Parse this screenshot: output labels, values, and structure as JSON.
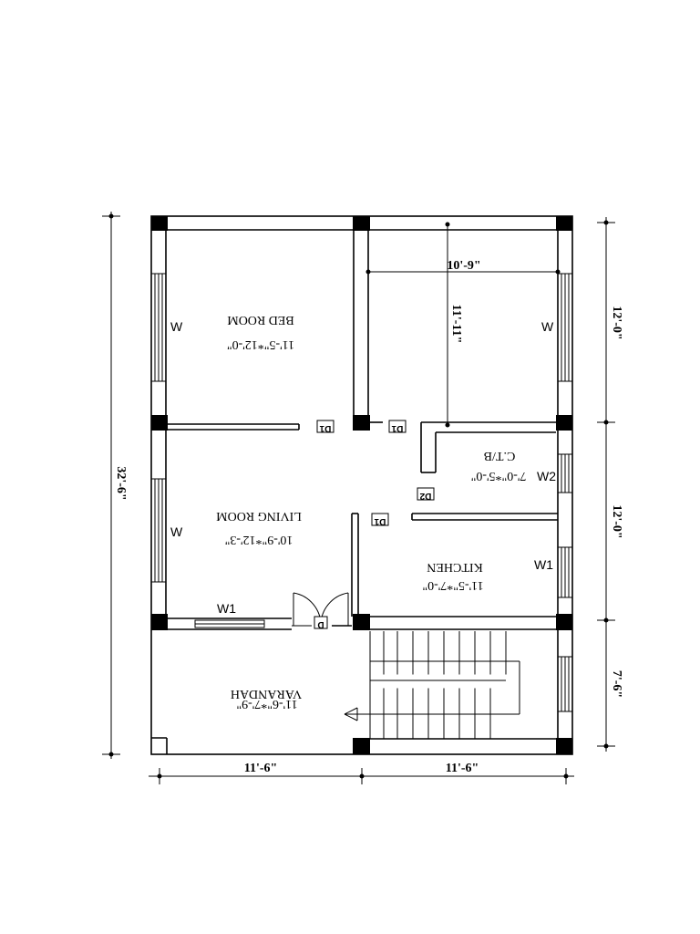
{
  "rooms": {
    "bed_room": {
      "name": "BED ROOM",
      "size": "11'-5\"*12'-0\""
    },
    "living_room": {
      "name": "LIVING ROOM",
      "size": "10'-9\"*12'-3\""
    },
    "ctb": {
      "name": "C.T/B",
      "size": "7'-0\"*5'-0\""
    },
    "kitchen": {
      "name": "KITCHEN",
      "size": "11'-5\"*7'-0\""
    },
    "varandah": {
      "name": "VARANDAH",
      "size": "11'-6\"*7'-9\""
    }
  },
  "openings": {
    "w_bed": "W",
    "w_living": "W",
    "w_right_top": "W",
    "w1_front": "W1",
    "w2_ctb": "W2",
    "w1_kitchen": "W1",
    "d1_bed": "D1",
    "d1_right": "D1",
    "d1_kitchen": "D1",
    "d2_ctb": "D2",
    "d_main": "D"
  },
  "dimensions": {
    "total_depth": "32'-6\"",
    "right_top": "12'-0\"",
    "right_mid": "12'-0\"",
    "right_bottom": "7'-6\"",
    "bottom_left": "11'-6\"",
    "bottom_right": "11'-6\"",
    "inner_width": "10'-9\"",
    "inner_depth": "11'-11\""
  },
  "colors": {
    "line": "#000000",
    "background": "#ffffff"
  }
}
